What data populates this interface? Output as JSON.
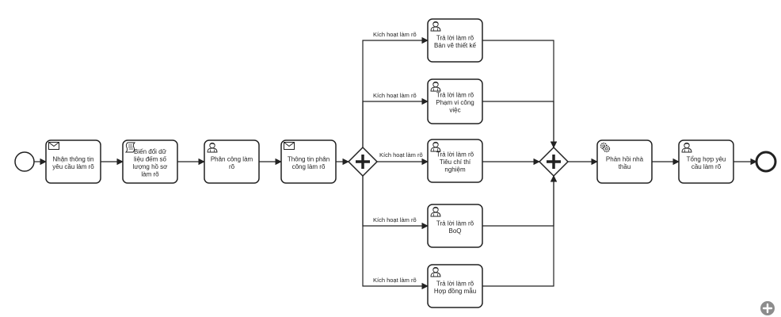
{
  "tasks": {
    "receive_request": {
      "type": "receive",
      "lines": [
        "Nhận thông tin",
        "yêu cầu làm rõ"
      ]
    },
    "transform_data": {
      "type": "script",
      "lines": [
        "Biến đổi dữ",
        "liệu đếm số",
        "lượng hồ sơ",
        "làm rõ"
      ]
    },
    "assign": {
      "type": "user",
      "lines": [
        "Phân công làm",
        "rõ"
      ]
    },
    "notify_assignment": {
      "type": "send",
      "lines": [
        "Thông tin phân",
        "công làm rõ"
      ]
    },
    "answer_drawings": {
      "type": "user",
      "lines": [
        "Trả lời làm rõ",
        "Bản vẽ thiết kế"
      ]
    },
    "answer_scope": {
      "type": "user",
      "lines": [
        "Trả lời làm rõ",
        "Phạm vi công",
        "việc"
      ]
    },
    "answer_criteria": {
      "type": "user",
      "lines": [
        "Trả lời làm rõ",
        "Tiêu chí thí",
        "nghiệm"
      ]
    },
    "answer_boq": {
      "type": "user",
      "lines": [
        "Trả lời làm rõ",
        "BoQ"
      ]
    },
    "answer_contract": {
      "type": "user",
      "lines": [
        "Trả lời làm rõ",
        "Hợp đồng mẫu"
      ]
    },
    "contractor_feedback": {
      "type": "service",
      "lines": [
        "Phản hồi nhà",
        "thầu"
      ]
    },
    "summary": {
      "type": "user",
      "lines": [
        "Tổng hợp yêu",
        "cầu làm rõ"
      ]
    }
  },
  "flow_labels": {
    "f1": "Kích hoạt làm rõ",
    "f2": "Kích hoạt làm rõ",
    "f3": "Kích hoạt làm rõ",
    "f4": "Kích hoạt làm rõ",
    "f5": "Kích hoạt làm rõ"
  },
  "icons": {
    "start": "start-event-circle",
    "end": "end-event-circle",
    "gateway": "parallel-gateway-plus",
    "receive": "envelope-icon",
    "send": "envelope-icon",
    "user": "user-icon",
    "script": "script-icon",
    "service": "gear-icon",
    "zoom": "plus-circle-icon"
  },
  "colors": {
    "stroke": "#222222",
    "fill": "#ffffff",
    "zoom_button": "#8c8c8c"
  }
}
